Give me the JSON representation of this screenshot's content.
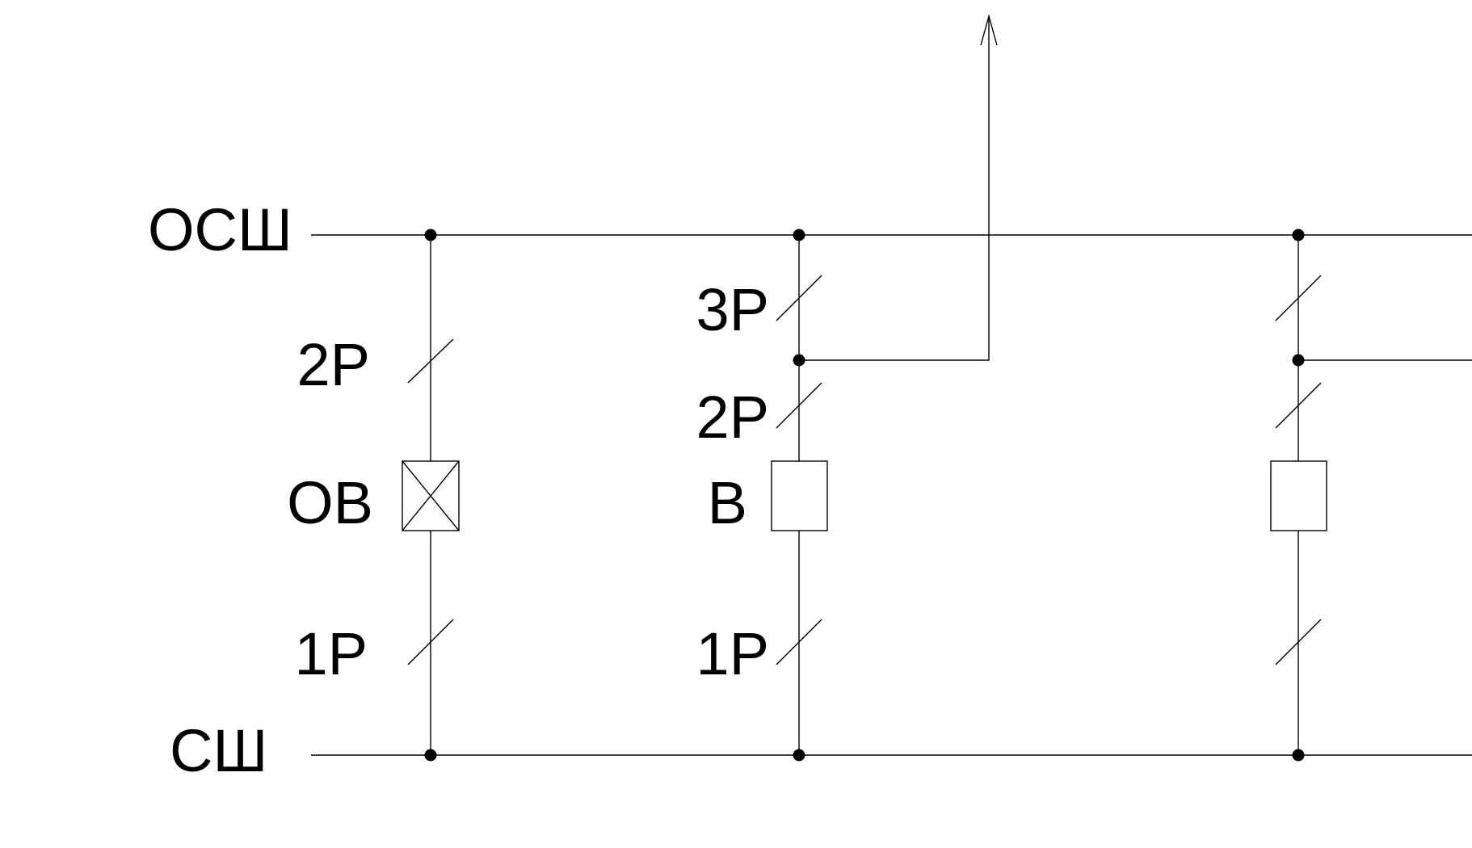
{
  "buses": {
    "bypass_bus_label": "ОСШ",
    "main_bus_label": "СШ"
  },
  "bypass_bay": {
    "upper_disconnector_label": "2Р",
    "breaker_label": "ОВ",
    "lower_disconnector_label": "1Р"
  },
  "line_bay": {
    "bypass_disconnector_label": "3Р",
    "line_disconnector_label": "2Р",
    "breaker_label": "В",
    "bus_disconnector_label": "1Р"
  },
  "colors": {
    "line": "#000000",
    "background": "#ffffff"
  }
}
